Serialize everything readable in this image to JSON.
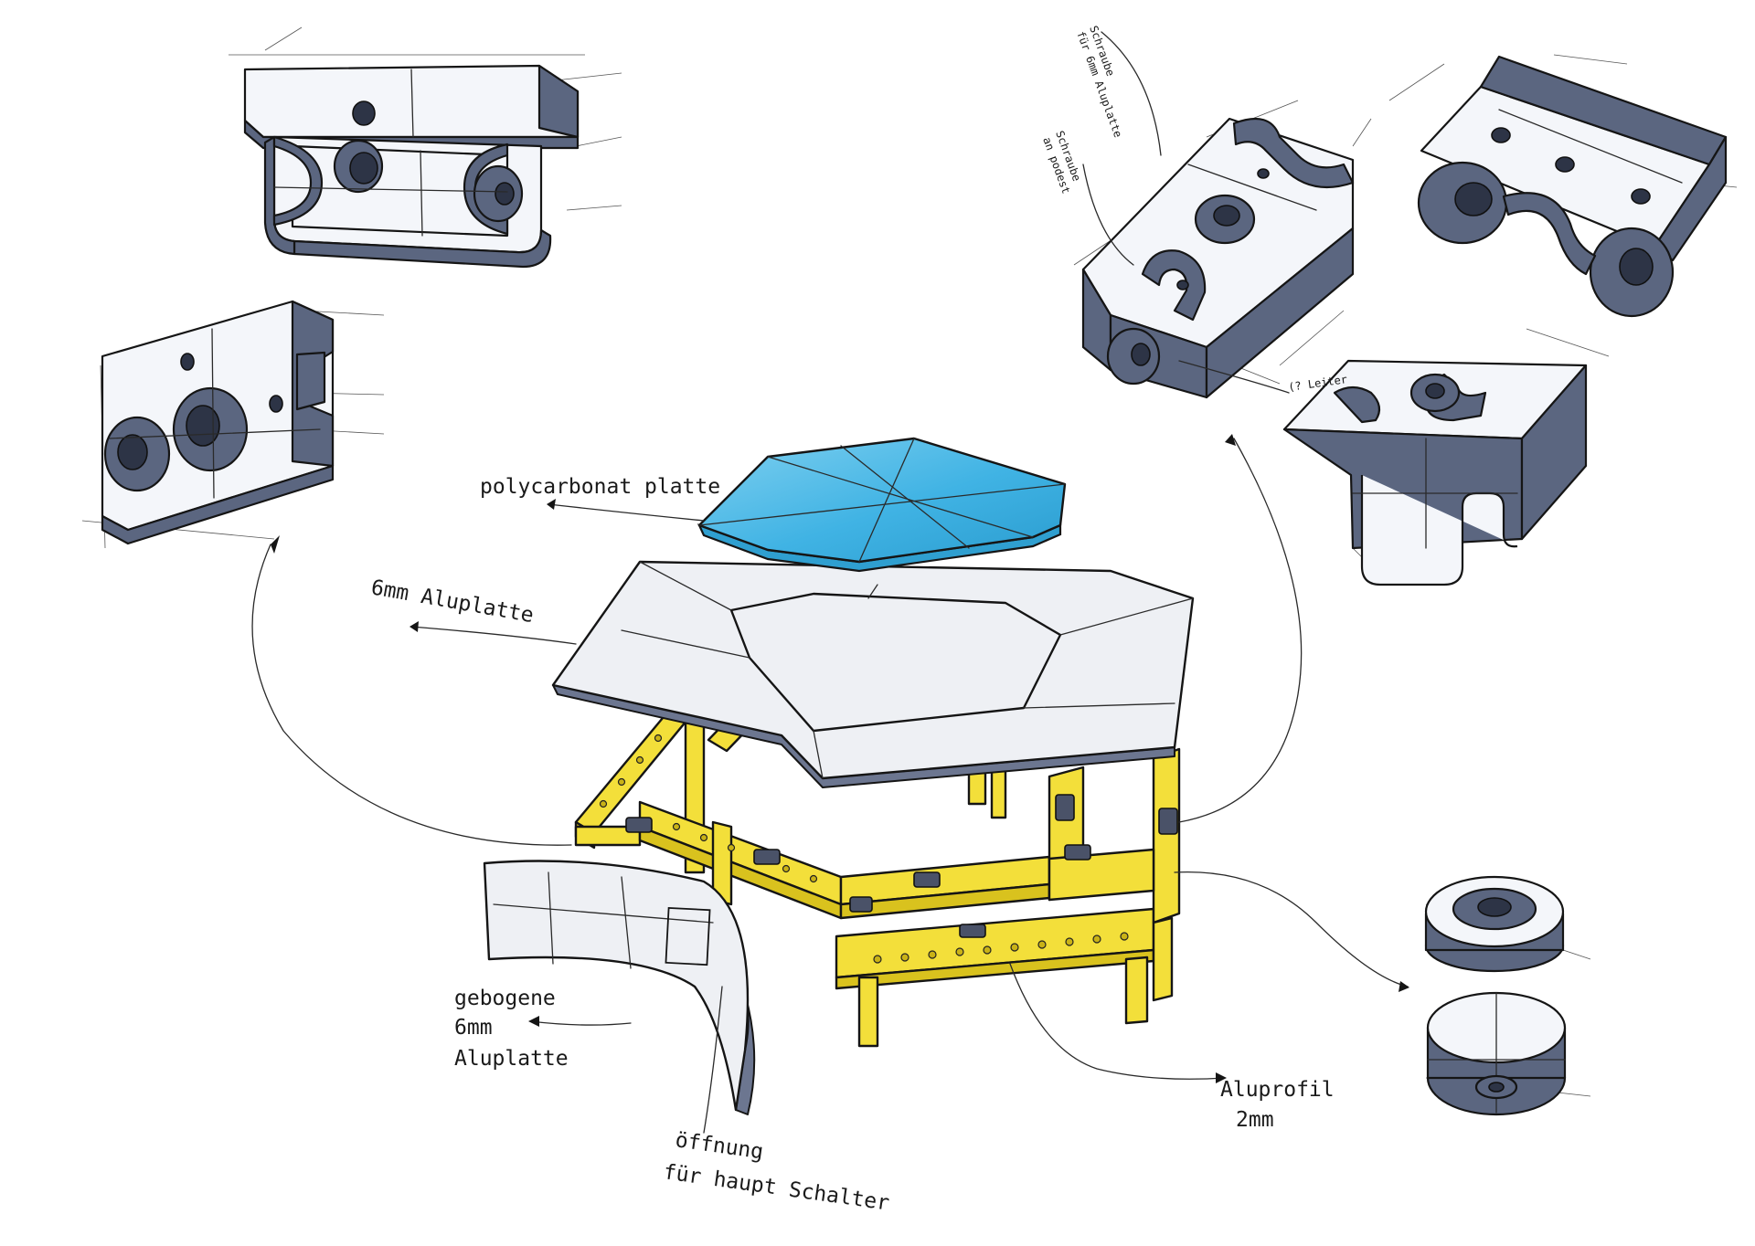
{
  "labels": {
    "polycarbonat": "polycarbonat platte",
    "aluplatte": "6mm Aluplatte",
    "gebogene_1": "gebogene",
    "gebogene_2": "6mm",
    "gebogene_3": "Aluplatte",
    "oeffnung_1": "öffnung",
    "oeffnung_2": "für haupt Schalter",
    "aluprofil_1": "Aluprofil",
    "aluprofil_2": "2mm",
    "schraube_alu_1": "Schraube",
    "schraube_alu_2": "für 6mm Aluplatte",
    "schraube_podest_1": "Schraube",
    "schraube_podest_2": "an podest",
    "small_note": "(? Leiter"
  },
  "colors": {
    "polycarbonate": "#3fb3e3",
    "frame": "#f3df3a",
    "marker_shadow": "#5b6680",
    "ink": "#151515"
  }
}
